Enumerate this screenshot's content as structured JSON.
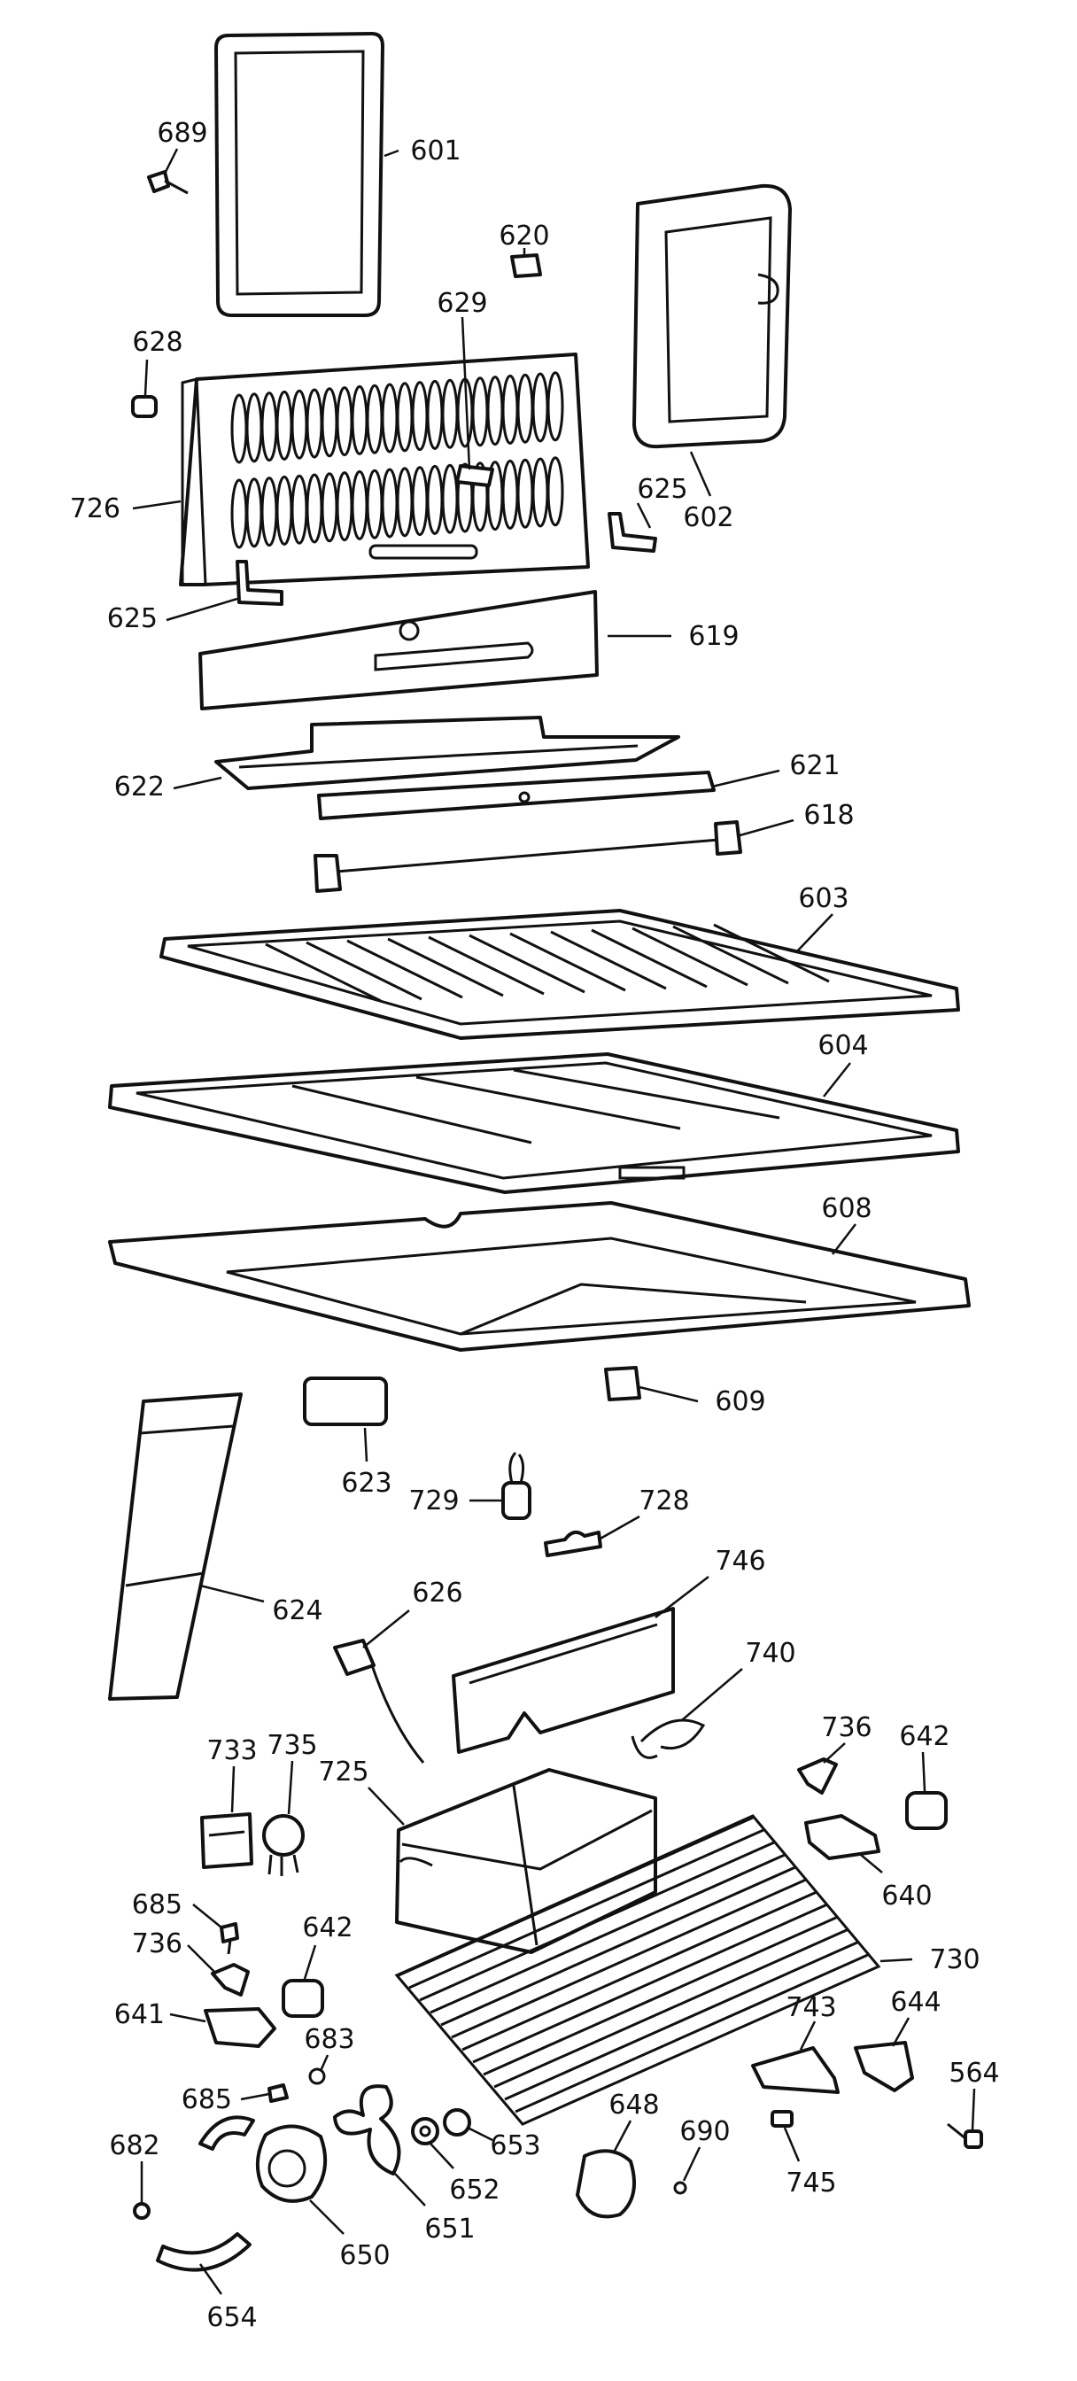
{
  "parts": [
    {
      "id": "p601",
      "label": "601"
    },
    {
      "id": "p689",
      "label": "689"
    },
    {
      "id": "p620",
      "label": "620"
    },
    {
      "id": "p629",
      "label": "629"
    },
    {
      "id": "p628",
      "label": "628"
    },
    {
      "id": "p602",
      "label": "602"
    },
    {
      "id": "p726",
      "label": "726"
    },
    {
      "id": "p625a",
      "label": "625"
    },
    {
      "id": "p625b",
      "label": "625"
    },
    {
      "id": "p619",
      "label": "619"
    },
    {
      "id": "p622",
      "label": "622"
    },
    {
      "id": "p621",
      "label": "621"
    },
    {
      "id": "p618",
      "label": "618"
    },
    {
      "id": "p603",
      "label": "603"
    },
    {
      "id": "p604",
      "label": "604"
    },
    {
      "id": "p608",
      "label": "608"
    },
    {
      "id": "p609",
      "label": "609"
    },
    {
      "id": "p623",
      "label": "623"
    },
    {
      "id": "p729",
      "label": "729"
    },
    {
      "id": "p728",
      "label": "728"
    },
    {
      "id": "p624",
      "label": "624"
    },
    {
      "id": "p746",
      "label": "746"
    },
    {
      "id": "p626",
      "label": "626"
    },
    {
      "id": "p740",
      "label": "740"
    },
    {
      "id": "p733",
      "label": "733"
    },
    {
      "id": "p735",
      "label": "735"
    },
    {
      "id": "p725",
      "label": "725"
    },
    {
      "id": "p736a",
      "label": "736"
    },
    {
      "id": "p642a",
      "label": "642"
    },
    {
      "id": "p640",
      "label": "640"
    },
    {
      "id": "p685a",
      "label": "685"
    },
    {
      "id": "p736b",
      "label": "736"
    },
    {
      "id": "p642b",
      "label": "642"
    },
    {
      "id": "p730",
      "label": "730"
    },
    {
      "id": "p641",
      "label": "641"
    },
    {
      "id": "p683",
      "label": "683"
    },
    {
      "id": "p685b",
      "label": "685"
    },
    {
      "id": "p743",
      "label": "743"
    },
    {
      "id": "p644",
      "label": "644"
    },
    {
      "id": "p564",
      "label": "564"
    },
    {
      "id": "p648",
      "label": "648"
    },
    {
      "id": "p690",
      "label": "690"
    },
    {
      "id": "p653",
      "label": "653"
    },
    {
      "id": "p682",
      "label": "682"
    },
    {
      "id": "p652",
      "label": "652"
    },
    {
      "id": "p651",
      "label": "651"
    },
    {
      "id": "p650",
      "label": "650"
    },
    {
      "id": "p745",
      "label": "745"
    },
    {
      "id": "p654",
      "label": "654"
    }
  ]
}
